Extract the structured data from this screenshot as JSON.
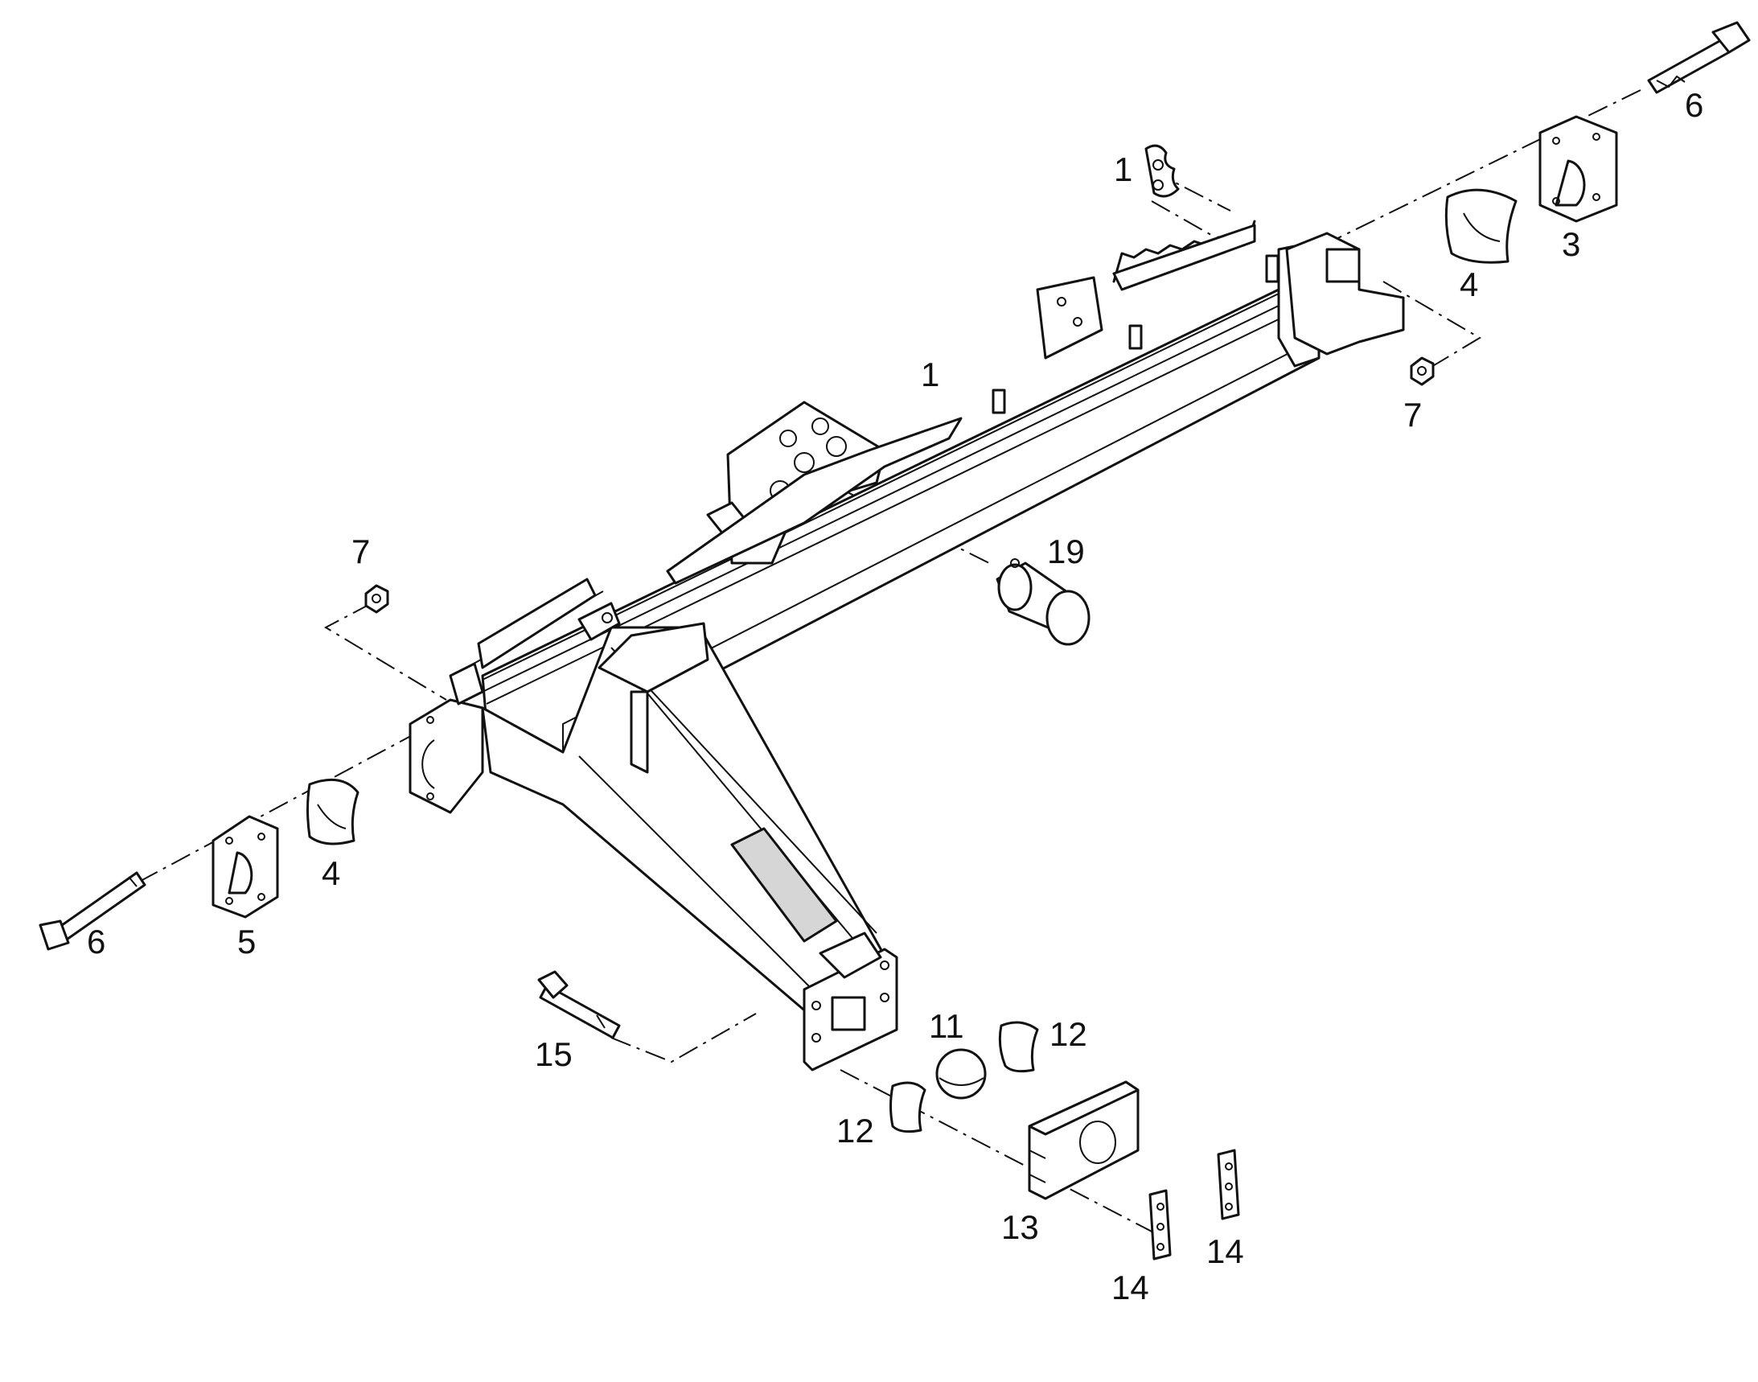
{
  "callouts": [
    {
      "id": "c1",
      "text": "1"
    },
    {
      "id": "c1b",
      "text": "1"
    },
    {
      "id": "c3",
      "text": "3"
    },
    {
      "id": "c4a",
      "text": "4"
    },
    {
      "id": "c4b",
      "text": "4"
    },
    {
      "id": "c5",
      "text": "5"
    },
    {
      "id": "c6a",
      "text": "6"
    },
    {
      "id": "c6b",
      "text": "6"
    },
    {
      "id": "c7a",
      "text": "7"
    },
    {
      "id": "c7b",
      "text": "7"
    },
    {
      "id": "c11",
      "text": "11"
    },
    {
      "id": "c12a",
      "text": "12"
    },
    {
      "id": "c12b",
      "text": "12"
    },
    {
      "id": "c13",
      "text": "13"
    },
    {
      "id": "c14a",
      "text": "14"
    },
    {
      "id": "c14b",
      "text": "14"
    },
    {
      "id": "c15",
      "text": "15"
    },
    {
      "id": "c19",
      "text": "19"
    }
  ]
}
